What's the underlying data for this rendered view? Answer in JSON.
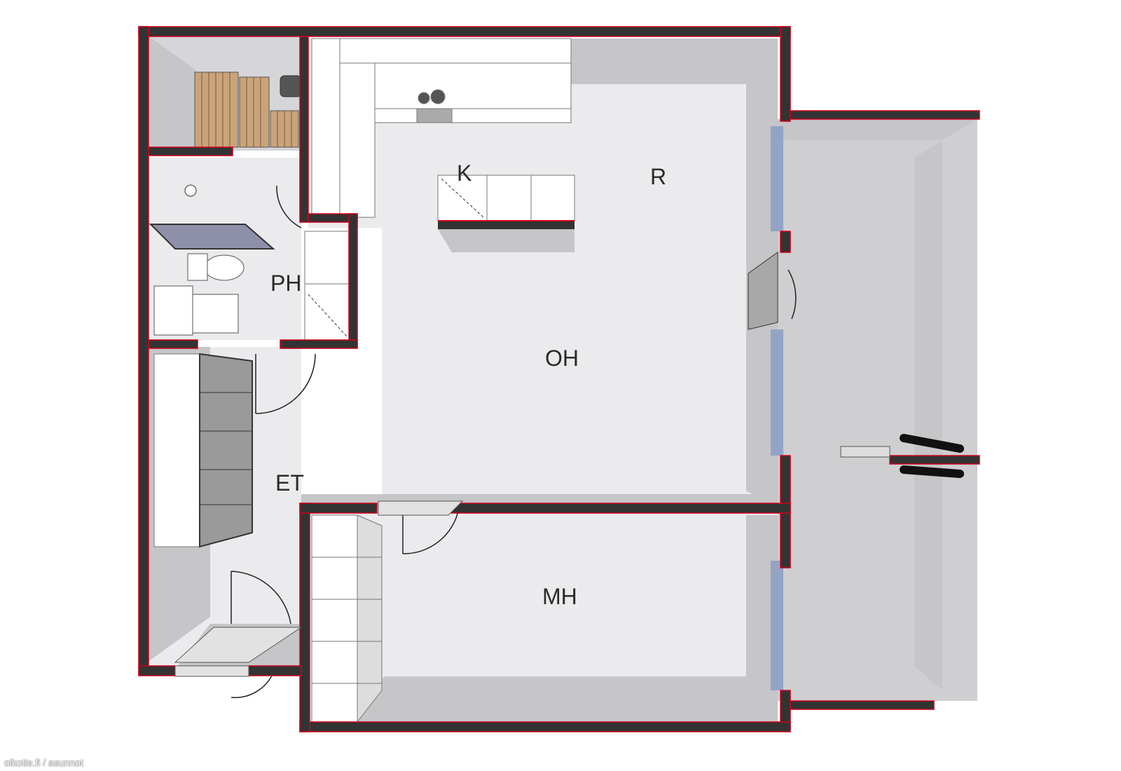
{
  "rooms": {
    "kitchen": "K",
    "dining": "R",
    "living": "OH",
    "bathroom": "PH",
    "hall": "ET",
    "bedroom": "MH"
  },
  "watermark": "oikotie.fi / asunnot",
  "colors": {
    "wall": "#333333",
    "wall_edge": "#d0021b",
    "floor": "#ebebee",
    "wall_shade": "#c6c5c8",
    "window": "#8a9cc4",
    "sauna_bench": "#c9a47a"
  }
}
